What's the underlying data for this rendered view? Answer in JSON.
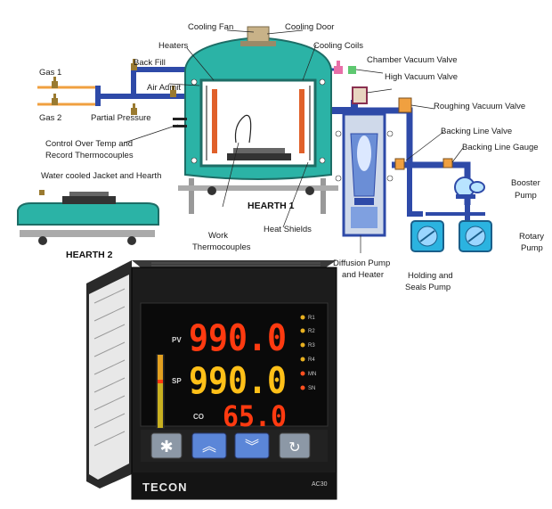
{
  "labels": {
    "cooling_fan": "Cooling Fan",
    "cooling_door": "Cooling Door",
    "heaters": "Heaters",
    "cooling_coils": "Cooling Coils",
    "back_fill": "Back Fill",
    "chamber_vacuum_valve": "Chamber Vacuum Valve",
    "gas1": "Gas 1",
    "air_admit": "Air Admit",
    "high_vacuum_valve": "High Vacuum Valve",
    "gas2": "Gas 2",
    "partial_pressure": "Partial Pressure",
    "roughing_vacuum_valve": "Roughing Vacuum Valve",
    "backing_line_valve": "Backing Line Valve",
    "control_line1": "Control Over Temp and",
    "control_line2": "Record Thermocouples",
    "backing_line_gauge": "Backing Line Gauge",
    "water_cooled": "Water cooled Jacket and Hearth",
    "hearth1": "HEARTH 1",
    "booster_line1": "Booster",
    "booster_line2": "Pump",
    "heat_shields": "Heat Shields",
    "rotary_line1": "Rotary",
    "rotary_line2": "Pump",
    "work_line1": "Work",
    "work_line2": "Thermocouples",
    "hearth2": "HEARTH 2",
    "diffusion_line1": "Diffusion Pump",
    "diffusion_line2": "and Heater",
    "holding_line1": "Holding and",
    "holding_line2": "Seals Pump"
  },
  "controller": {
    "pv_label": "PV",
    "sp_label": "SP",
    "co_label": "CO",
    "pv_value": "990.0",
    "sp_value": "990.0",
    "co_value": "65.0",
    "indicators": [
      "R1",
      "R2",
      "R3",
      "R4",
      "MN",
      "SN"
    ],
    "brand": "TECON",
    "model": "AC30"
  },
  "buttons": {
    "set": "✱",
    "up": "︽",
    "down": "︾",
    "cycle": "↻"
  },
  "colors": {
    "chamber": "#2bb3a6",
    "pipe": "#2e4aa8",
    "gas": "#f0a040",
    "segment_red": "#ff3a10",
    "segment_yellow": "#ffc018",
    "panel": "#1c1c1c"
  }
}
